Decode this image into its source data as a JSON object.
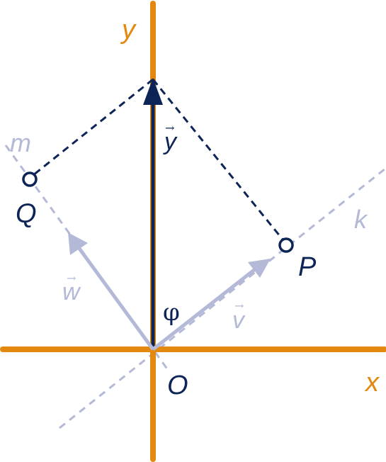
{
  "colors": {
    "axis": "#e3890f",
    "vector_light": "#b3b9d6",
    "vector_dark": "#0d2456",
    "guide_line": "#b3b9d6",
    "dashed_dark": "#0d2456",
    "background": "#ffffff"
  },
  "labels": {
    "x_axis": "x",
    "y_axis": "y",
    "origin": "O",
    "angle": "φ",
    "vector_v": "v",
    "vector_w": "w",
    "vector_y": "y",
    "point_P": "P",
    "point_Q": "Q",
    "line_k": "k",
    "line_m": "m",
    "arrow_accent": "→"
  }
}
